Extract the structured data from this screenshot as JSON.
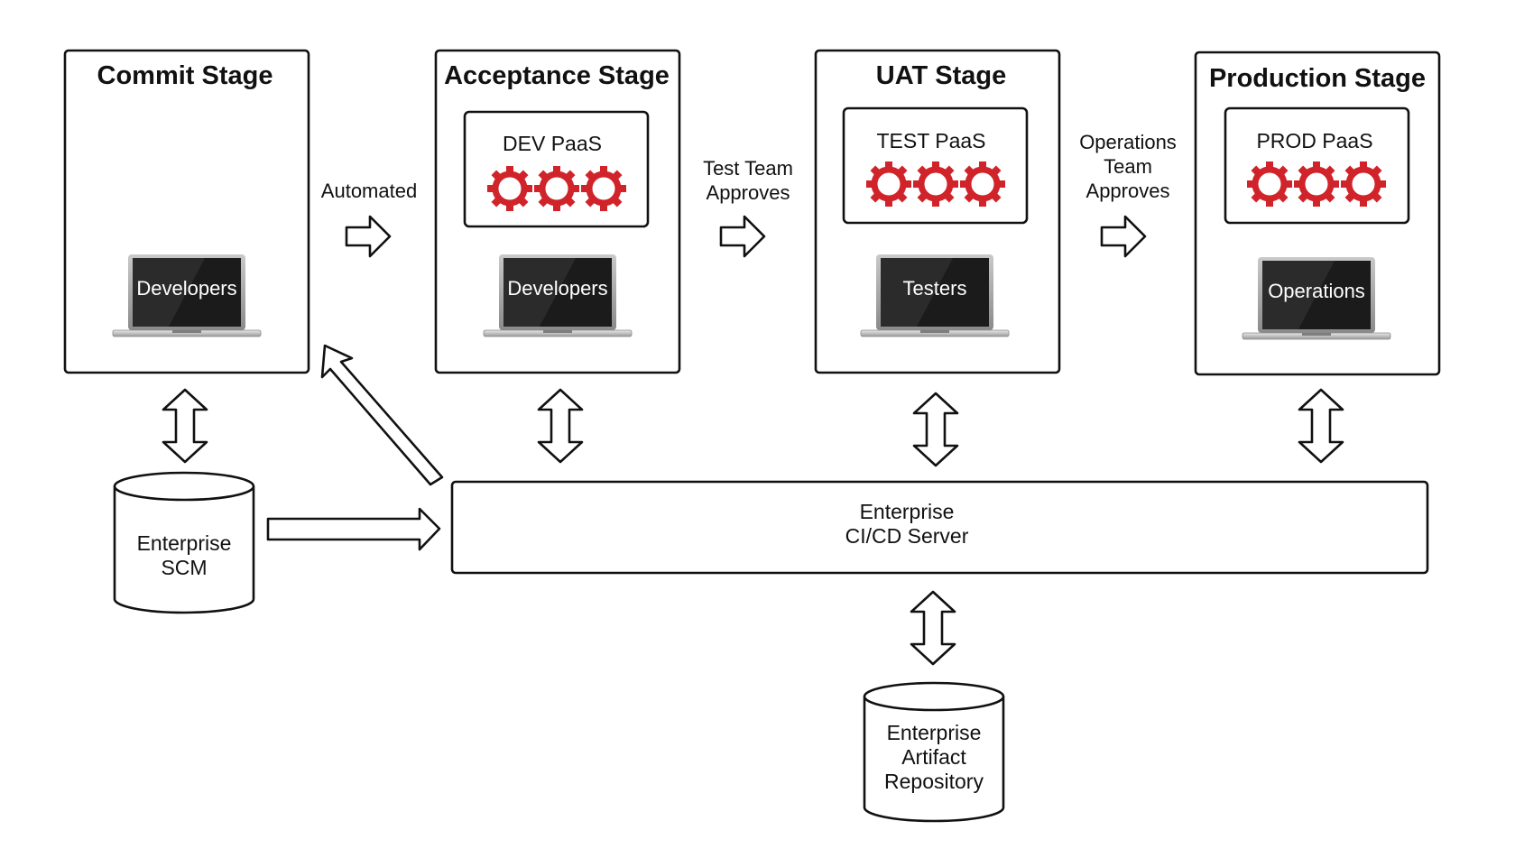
{
  "stages": [
    {
      "title": "Commit Stage",
      "paas": "",
      "laptop": "Developers"
    },
    {
      "title": "Acceptance Stage",
      "paas": "DEV PaaS",
      "laptop": "Developers"
    },
    {
      "title": "UAT Stage",
      "paas": "TEST PaaS",
      "laptop": "Testers"
    },
    {
      "title": "Production Stage",
      "paas": "PROD PaaS",
      "laptop": "Operations"
    }
  ],
  "transitions": {
    "commit_to_acceptance": [
      "Automated"
    ],
    "acceptance_to_uat": [
      "Test Team",
      "Approves"
    ],
    "uat_to_production": [
      "Operations",
      "Team",
      "Approves"
    ]
  },
  "scm": {
    "lines": [
      "Enterprise",
      "SCM"
    ]
  },
  "server": {
    "lines": [
      "Enterprise",
      "CI/CD Server"
    ]
  },
  "repository": {
    "lines": [
      "Enterprise",
      "Artifact",
      "Repository"
    ]
  },
  "colors": {
    "gear": "#d0232a",
    "line": "#111111",
    "screen": "#1b1b1b"
  }
}
